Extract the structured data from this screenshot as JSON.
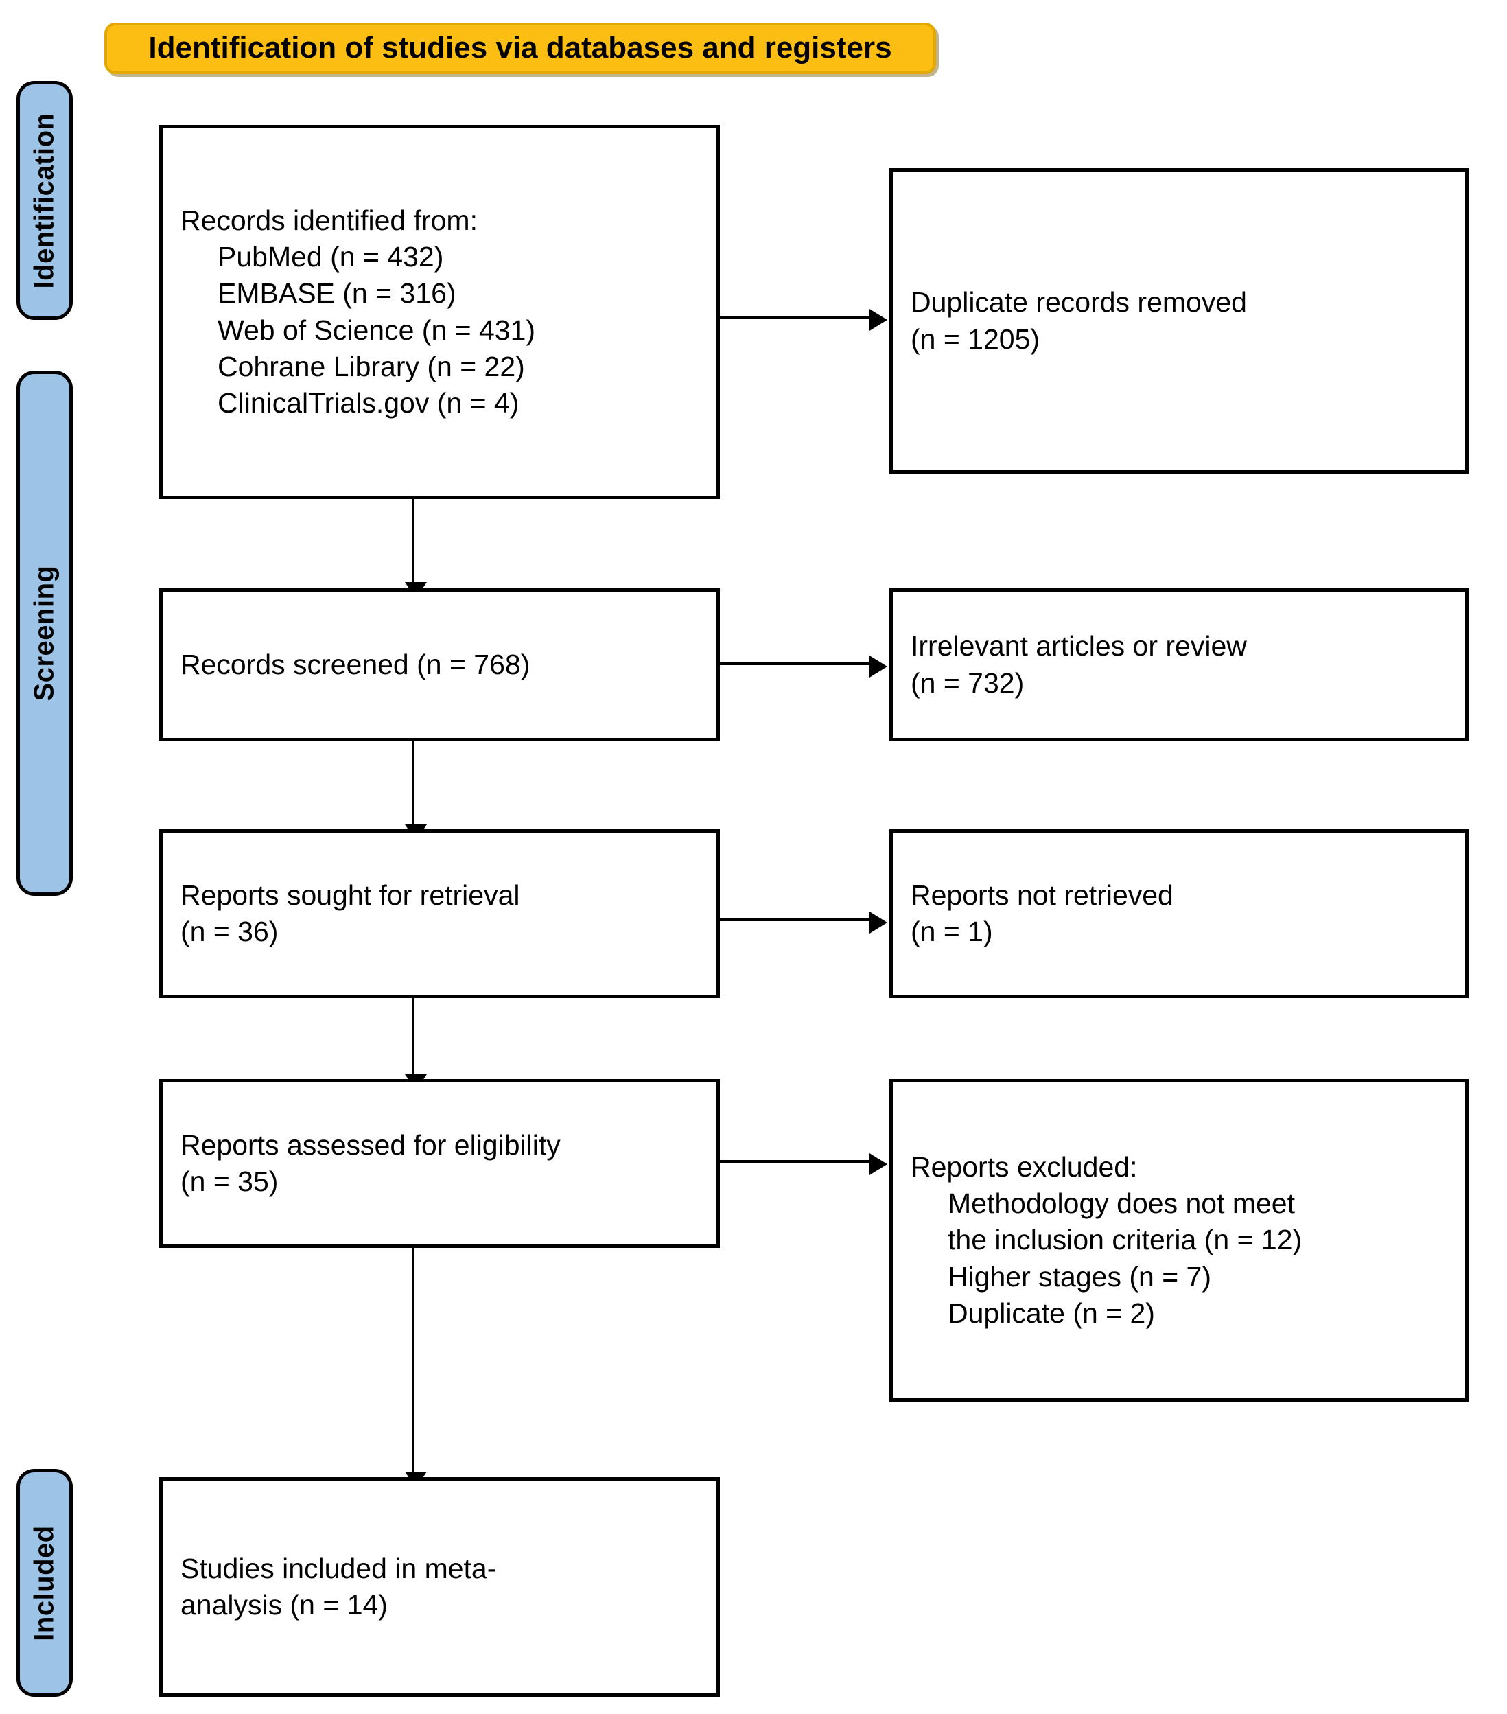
{
  "header": {
    "title": "Identification of studies via databases and registers",
    "bg_color": "#FDBE14"
  },
  "stages": {
    "color": "#9DC3E6",
    "identification": "Identification",
    "screening": "Screening",
    "included": "Included"
  },
  "boxes": {
    "records_identified": {
      "title": "Records identified from:",
      "sources": [
        "PubMed (n = 432)",
        "EMBASE (n = 316)",
        "Web of Science (n = 431)",
        "Cohrane Library (n = 22)",
        "ClinicalTrials.gov (n = 4)"
      ]
    },
    "duplicates_removed": {
      "line1": "Duplicate records removed",
      "line2": "(n = 1205)"
    },
    "records_screened": {
      "line1": "Records screened (n = 768)"
    },
    "irrelevant_excluded": {
      "line1": "Irrelevant articles or review",
      "line2": "(n = 732)"
    },
    "reports_sought": {
      "line1": "Reports sought for retrieval",
      "line2": "(n = 36)"
    },
    "reports_not_retrieved": {
      "line1": "Reports not retrieved",
      "line2": "(n = 1)"
    },
    "reports_assessed": {
      "line1": "Reports assessed for eligibility",
      "line2": "(n = 35)"
    },
    "reports_excluded": {
      "title": "Reports excluded:",
      "reasons": [
        "Methodology does not meet",
        "the inclusion criteria (n = 12)",
        "Higher stages (n = 7)",
        "Duplicate (n = 2)"
      ]
    },
    "studies_included": {
      "line1": "Studies included in meta-",
      "line2": "analysis (n = 14)"
    }
  }
}
